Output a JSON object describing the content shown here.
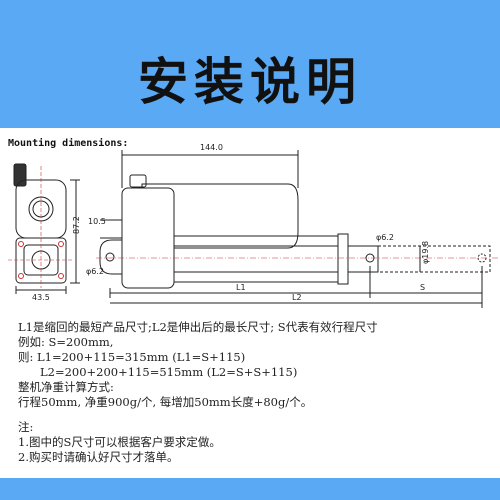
{
  "header": {
    "title": "安装说明"
  },
  "drawing": {
    "section_label": "Mounting dimensions:",
    "dims": {
      "overall_length": "144.0",
      "offset": "10.5",
      "height": "87.2",
      "width": "43.5",
      "hole_left": "φ6.2",
      "hole_right": "φ6.2",
      "rod_dia": "φ19.8",
      "l1": "L1",
      "l2": "L2",
      "s": "S"
    }
  },
  "notes": {
    "line1": "L1是缩回的最短产品尺寸;L2是伸出后的最长尺寸; S代表有效行程尺寸",
    "line2": "例如: S=200mm,",
    "line3": "则: L1=200+115=315mm  (L1=S+115)",
    "line4": "L2=200+200+115=515mm  (L2=S+S+115)",
    "line5": "整机净重计算方式:",
    "line6": "行程50mm, 净重900g/个, 每增加50mm长度+80g/个。",
    "line7": "注:",
    "line8": "1.图中的S尺寸可以根据客户要求定做。",
    "line9": "2.购买时请确认好尺寸才落单。"
  }
}
